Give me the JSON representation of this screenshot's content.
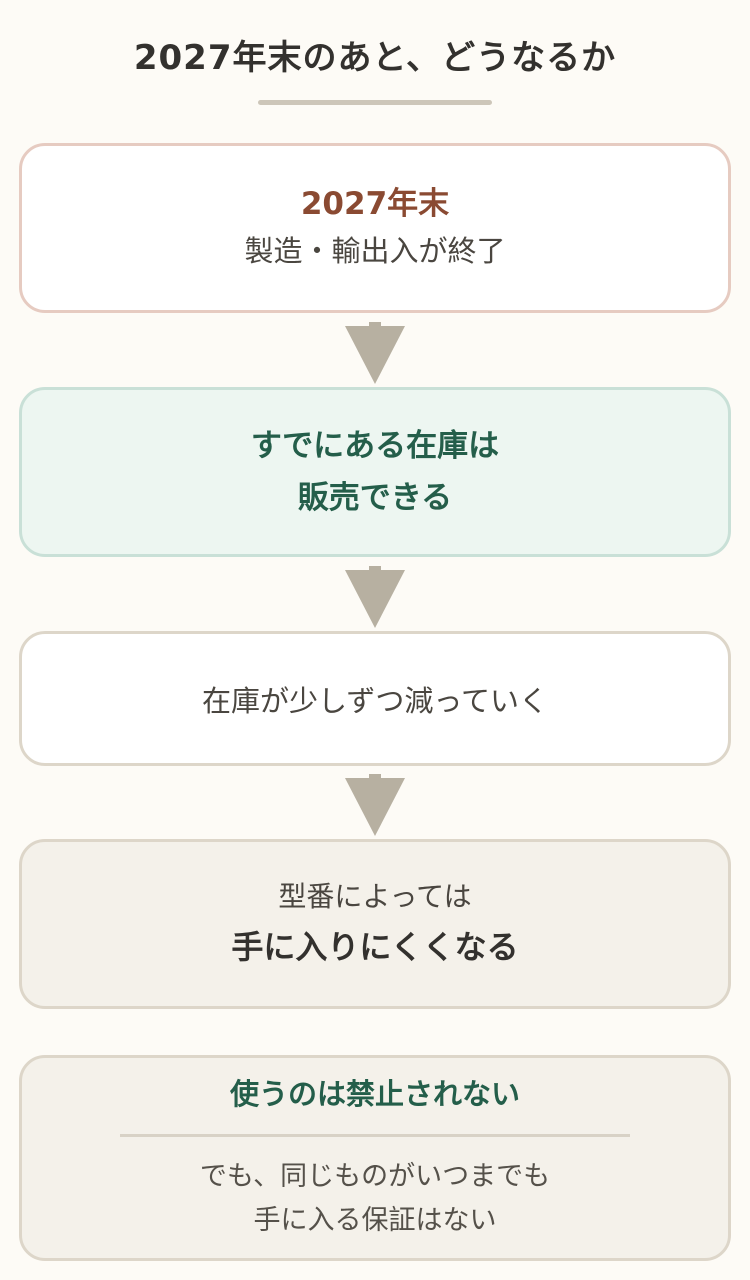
{
  "title": "2027年末のあと、どうなるか",
  "steps": [
    {
      "head": "2027年末",
      "sub": "製造・輸出入が終了"
    },
    {
      "lines": [
        "すでにある在庫は",
        "販売できる"
      ]
    },
    {
      "text": "在庫が少しずつ減っていく"
    },
    {
      "top": "型番によっては",
      "main": "手に入りにくくなる"
    }
  ],
  "note": {
    "head": "使うのは禁止されない",
    "lines": [
      "でも、同じものがいつまでも",
      "手に入る保証はない"
    ]
  },
  "colors": {
    "background": "#fdfbf6",
    "accent_red": "#8a4a32",
    "accent_green": "#245e4a",
    "arrow": "#b7b0a1"
  }
}
